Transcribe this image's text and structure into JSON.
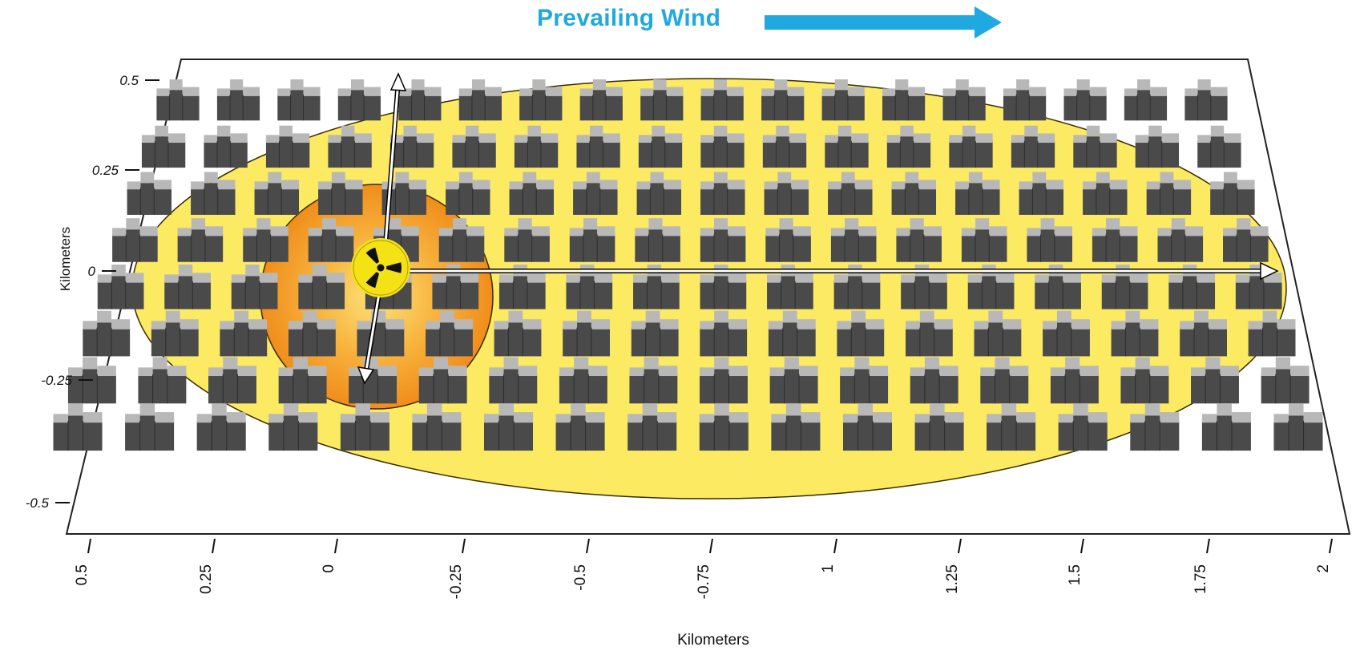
{
  "title": "Prevailing Wind",
  "wind_arrow_color": "#20a9e1",
  "colors": {
    "zone_outer": "#fcea62",
    "zone_inner": "#f39a21",
    "building_dark": "#4a4a4a",
    "building_light": "#b8b8b8",
    "hazard_symbol": "#f5e214"
  },
  "icons": [
    "radiation-hazard-icon",
    "building-block-icon",
    "wind-arrow-icon"
  ],
  "y_axis": {
    "label": "Kilometers",
    "ticks": [
      "0.5",
      "0.25",
      "0",
      "-0.25",
      "-0.5"
    ]
  },
  "x_axis": {
    "label": "Kilometers",
    "ticks": [
      "0.5",
      "0.25",
      "0",
      "-0.25",
      "-0.5",
      "-0.75",
      "1",
      "1.25",
      "1.5",
      "1.75",
      "2"
    ]
  },
  "grid": {
    "rows": 8,
    "cols": 18
  }
}
